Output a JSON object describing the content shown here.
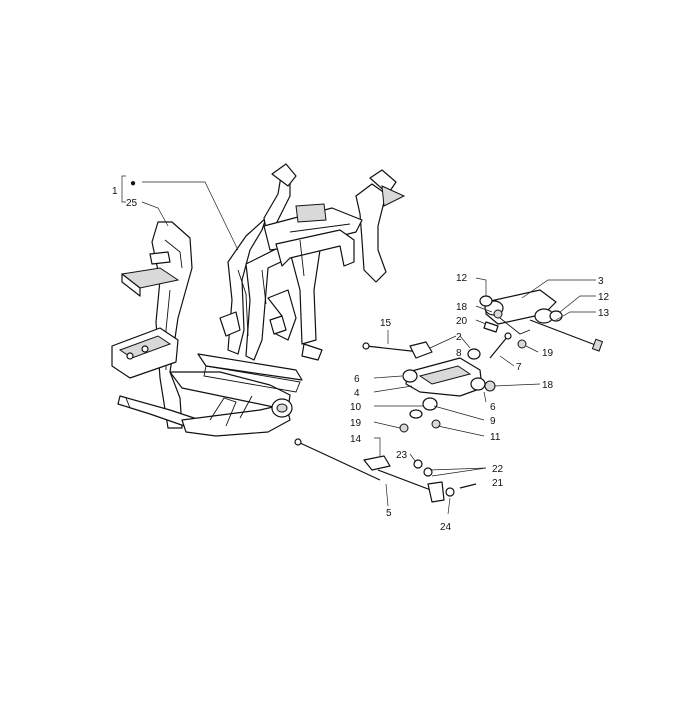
{
  "diagram": {
    "callouts": {
      "c1": "1",
      "c1_dot": "●",
      "c25": "25",
      "c2": "2",
      "c3": "3",
      "c4": "4",
      "c5": "5",
      "c6a": "6",
      "c6b": "6",
      "c7": "7",
      "c8": "8",
      "c9": "9",
      "c10": "10",
      "c11": "11",
      "c12a": "12",
      "c12b": "12",
      "c13": "13",
      "c14": "14",
      "c15": "15",
      "c18a": "18",
      "c18b": "18",
      "c19a": "19",
      "c19b": "19",
      "c20": "20",
      "c21": "21",
      "c22": "22",
      "c23": "23",
      "c24": "24"
    }
  }
}
